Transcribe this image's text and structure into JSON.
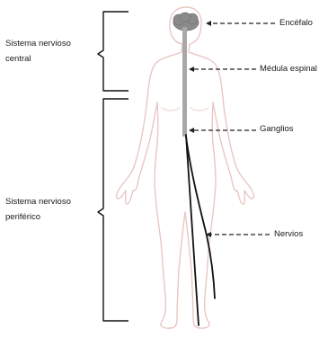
{
  "groups": {
    "central": {
      "line1": "Sistema nervioso",
      "line2": "central"
    },
    "peripheral": {
      "line1": "Sistema nervioso",
      "line2": "periférico"
    }
  },
  "labels": {
    "brain": "Encéfalo",
    "spinal_cord": "Médula espinal",
    "ganglia": "Ganglios",
    "nerves": "Nervios"
  },
  "colors": {
    "body_outline": "#e8c8c2",
    "brain": "#8a8a8a",
    "spinal_cord": "#a8a8a8",
    "nerves": "#111111",
    "brackets": "#111111",
    "pointers": "#222222"
  }
}
